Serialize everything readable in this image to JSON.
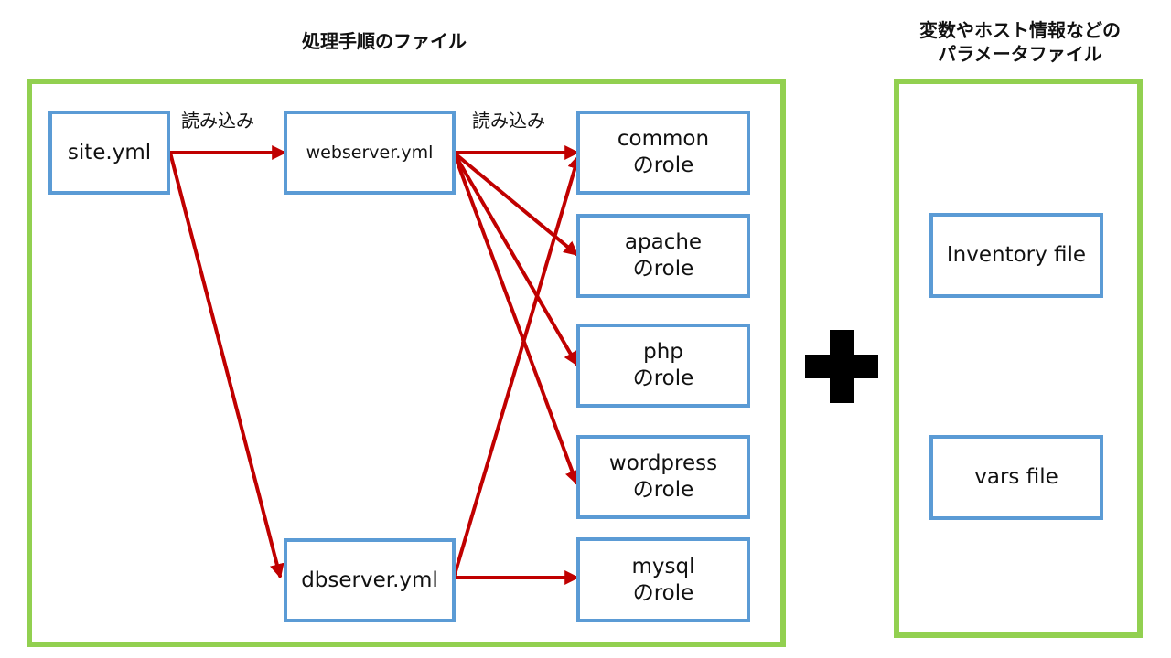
{
  "titles": {
    "process_files": "処理手順のファイル",
    "params_line1": "変数やホスト情報などの",
    "params_line2": "パラメータファイル"
  },
  "labels": {
    "read_1": "読み込み",
    "read_2": "読み込み"
  },
  "playbooks": {
    "site": "site.yml",
    "webserver": "webserver.yml",
    "dbserver": "dbserver.yml"
  },
  "roles": {
    "common": [
      "common",
      "のrole"
    ],
    "apache": [
      "apache",
      "のrole"
    ],
    "php": [
      "php",
      "のrole"
    ],
    "wordpress": [
      "wordpress",
      "のrole"
    ],
    "mysql": [
      "mysql",
      "のrole"
    ]
  },
  "params": {
    "inventory": "Inventory file",
    "vars": "vars file"
  },
  "colors": {
    "frame": "#92d050",
    "node_border": "#5b9bd5",
    "arrow": "#c00000",
    "plus": "#000000"
  },
  "icons": {
    "plus": "plus-icon"
  }
}
